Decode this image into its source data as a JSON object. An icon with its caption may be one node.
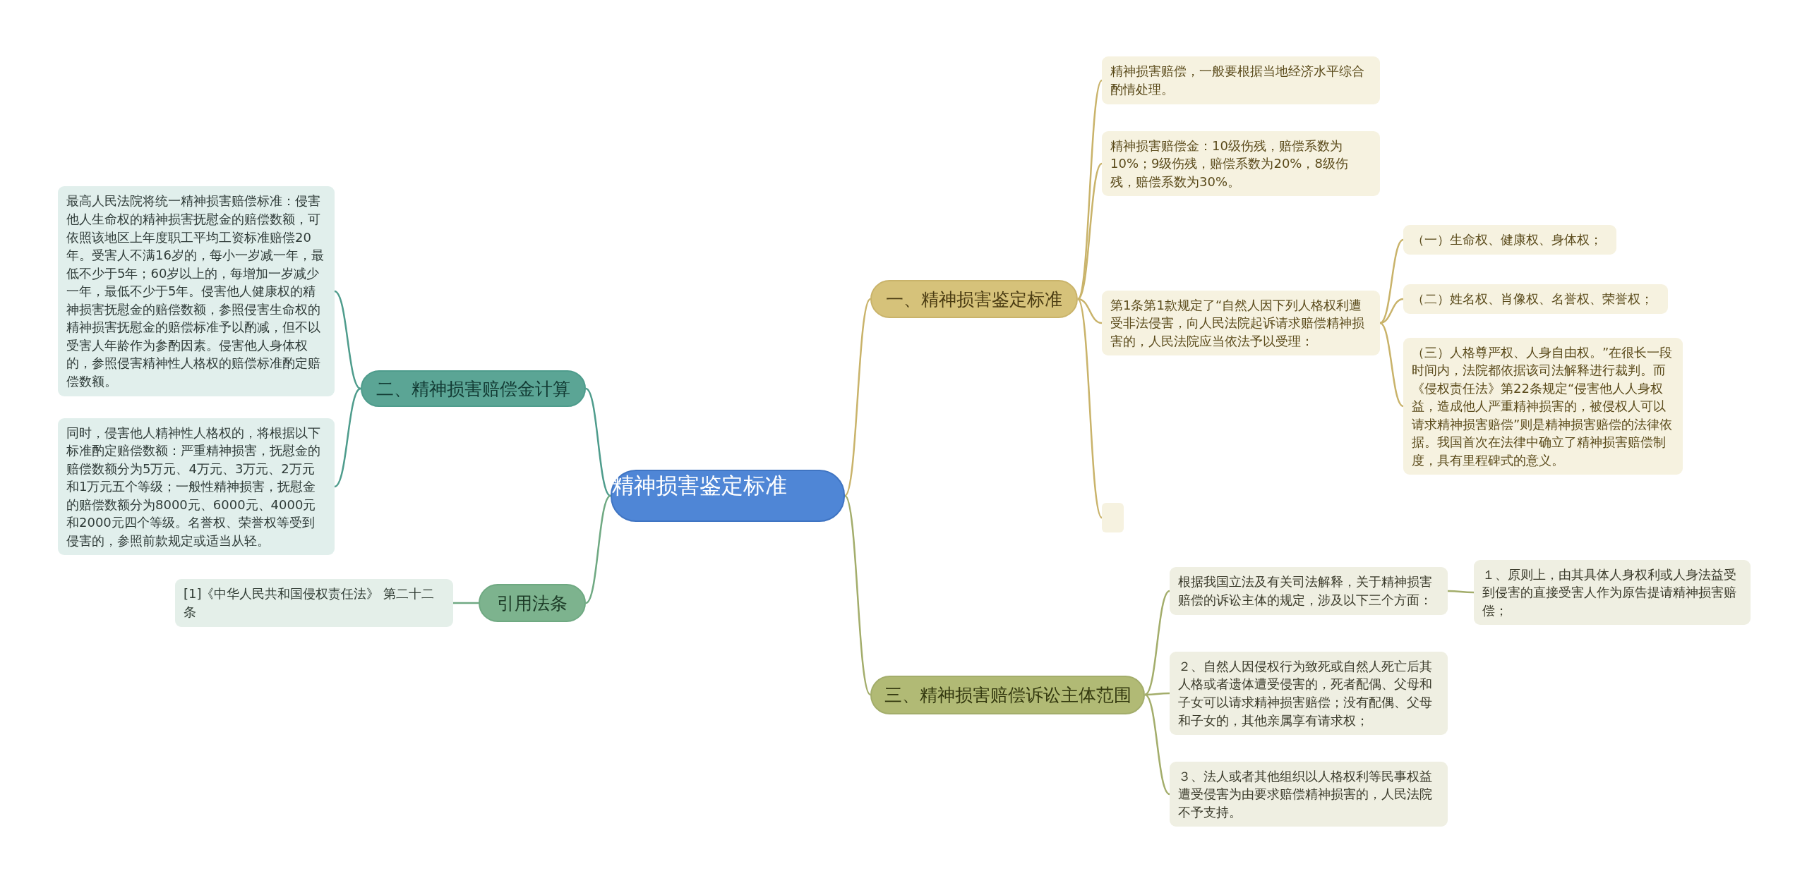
{
  "diagram": {
    "nodes": [
      {
        "text": [
          "精神损害鉴定标准"
        ]
      },
      {
        "text": [
          "一、精神损害鉴定标准"
        ]
      },
      {
        "text": [
          "精神损害赔偿，一般要根据当地经济水平综合酌情处理。"
        ]
      },
      {
        "text": [
          "精神损害赔偿金：10级伤残，赔偿系数为10%；9级伤残，赔偿系数为20%，8级伤残，赔偿系数为30%。"
        ]
      },
      {
        "text": [
          "第1条第1款规定了“自然人因下列人格权利遭受非法侵害，向人民法院起诉请求赔偿精神损害的，人民法院应当依法予以受理："
        ]
      },
      {
        "text": [
          "（一）生命权、健康权、身体权；"
        ]
      },
      {
        "text": [
          "（二）姓名权、肖像权、名誉权、荣誉权；"
        ]
      },
      {
        "text": [
          "（三）人格尊严权、人身自由权。”在很长一段时间内，法院都依据该司法解释进行裁判。而《侵权责任法》第22条规定“侵害他人人身权益，造成他人严重精神损害的，被侵权人可以请求精神损害赔偿”则是精神损害赔偿的法律依据。我国首次在法律中确立了精神损害赔偿制度，具有里程碑式的意义。"
        ]
      },
      {
        "text": [],
        "shape": "box"
      },
      {
        "text": [
          "二、精神损害赔偿金计算"
        ]
      },
      {
        "text": [
          "最高人民法院将统一精神损害赔偿标准：侵害他人生命权的精神损害抚慰金的赔偿数额，可依照该地区上年度职工平均工资标准赔偿20年。受害人不满16岁的，每小一岁减一年，最低不少于5年；60岁以上的，每增加一岁减少一年，最低不少于5年。侵害他人健康权的精神损害抚慰金的赔偿数额，参照侵害生命权的精神损害抚慰金的赔偿标准予以酌减，但不以受害人年龄作为参酌因素。侵害他人身体权的，参照侵害精神性人格权的赔偿标准酌定赔偿数额。"
        ]
      },
      {
        "text": [
          "同时，侵害他人精神性人格权的，将根据以下标准酌定赔偿数额：严重精神损害，抚慰金的赔偿数额分为5万元、4万元、3万元、2万元和1万元五个等级；一般性精神损害，抚慰金的赔偿数额分为8000元、6000元、4000元和2000元四个等级。名誉权、荣誉权等受到侵害的，参照前款规定或适当从轻。"
        ]
      },
      {
        "text": [
          "引用法条"
        ]
      },
      {
        "text": [
          "[1]《中华人民共和国侵权责任法》 第二十二条"
        ]
      },
      {
        "text": [
          "三、精神损害赔偿诉讼主体范围"
        ]
      },
      {
        "text": [
          "根据我国立法及有关司法解释，关于精神损害赔偿的诉讼主体的规定，涉及以下三个方面："
        ]
      },
      {
        "text": [
          "１、原则上，由其具体人身权利或人身法益受到侵害的直接受害人作为原告提请精神损害赔偿；"
        ]
      },
      {
        "text": [
          "２、自然人因侵权行为致死或自然人死亡后其人格或者遗体遭受侵害的，死者配偶、父母和子女可以请求精神损害赔偿；没有配偶、父母和子女的，其他亲属享有请求权；"
        ]
      },
      {
        "text": [
          "３、法人或者其他组织以人格权利等民事权益遭受侵害为由要求赔偿精神损害的，人民法院不予支持。"
        ]
      }
    ],
    "edges": [
      {
        "from": 0,
        "to": 1,
        "arrow": "none"
      },
      {
        "from": 1,
        "to": 2,
        "arrow": "none"
      },
      {
        "from": 1,
        "to": 3,
        "arrow": "none"
      },
      {
        "from": 1,
        "to": 4,
        "arrow": "none"
      },
      {
        "from": 4,
        "to": 5,
        "arrow": "none"
      },
      {
        "from": 4,
        "to": 6,
        "arrow": "none"
      },
      {
        "from": 4,
        "to": 7,
        "arrow": "none"
      },
      {
        "from": 1,
        "to": 8,
        "arrow": "none"
      },
      {
        "from": 0,
        "to": 9,
        "arrow": "none",
        "color": "#4e9c8c"
      },
      {
        "from": 9,
        "to": 10,
        "arrow": "none",
        "color": "#4e9c8c"
      },
      {
        "from": 9,
        "to": 11,
        "arrow": "none",
        "color": "#4e9c8c"
      },
      {
        "from": 0,
        "to": 12,
        "arrow": "none",
        "color": "#6fa982"
      },
      {
        "from": 12,
        "to": 13,
        "arrow": "none",
        "color": "#6fa982"
      },
      {
        "from": 0,
        "to": 14,
        "arrow": "none",
        "color": "#a3ad6b"
      },
      {
        "from": 14,
        "to": 15,
        "arrow": "none",
        "color": "#a3ad6b"
      },
      {
        "from": 15,
        "to": 16,
        "arrow": "none",
        "color": "#a3ad6b"
      },
      {
        "from": 14,
        "to": 17,
        "arrow": "none",
        "color": "#a3ad6b"
      },
      {
        "from": 14,
        "to": 18,
        "arrow": "none",
        "color": "#a3ad6b"
      }
    ]
  }
}
